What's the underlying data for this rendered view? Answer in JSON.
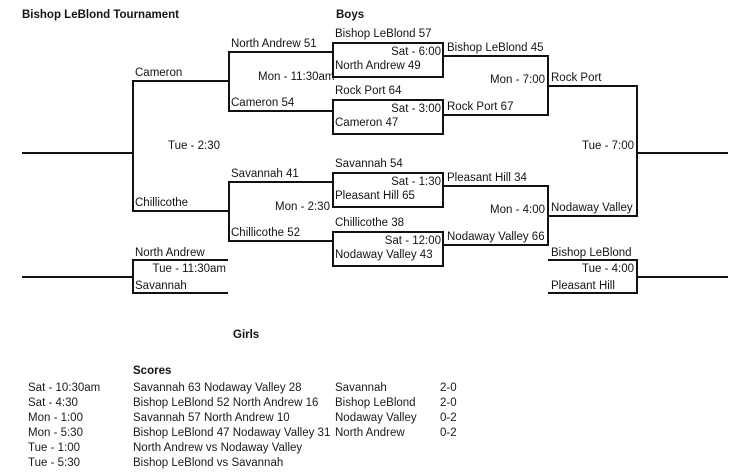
{
  "page": {
    "title": "Bishop LeBlond Tournament",
    "boys_label": "Boys",
    "girls_label": "Girls",
    "scores_label": "Scores"
  },
  "boys_bracket": {
    "round1": [
      {
        "team": "Cameron",
        "name": "cameron-seed"
      },
      {
        "team": "Chillicothe",
        "name": "chillicothe-seed"
      }
    ],
    "round1_time": "Tue - 2:30",
    "quarterfinals": [
      {
        "top": "North Andrew 51",
        "time": "Mon - 11:30am",
        "bottom": "Cameron 54"
      },
      {
        "top": "Savannah 41",
        "time": "Mon - 2:30",
        "bottom": "Chillicothe 52"
      }
    ],
    "semifinals": [
      {
        "top": "Bishop LeBlond 57",
        "time": "Sat - 6:00",
        "bottom": "North Andrew 49",
        "winner": "Bishop LeBlond 45"
      },
      {
        "top": "Rock Port 64",
        "time": "Sat - 3:00",
        "bottom": "Cameron 47",
        "winner": "Rock Port 67"
      },
      {
        "top": "Savannah 54",
        "time": "Sat - 1:30",
        "bottom": "Pleasant Hill 65",
        "winner": "Pleasant Hill 34"
      },
      {
        "top": "Chillicothe 38",
        "time": "Sat - 12:00",
        "bottom": "Nodaway Valley 43",
        "winner": "Nodaway Valley 66"
      }
    ],
    "upper_final": {
      "time": "Mon - 7:00",
      "winner": "Rock Port"
    },
    "lower_final": {
      "time": "Mon - 4:00",
      "winner": "Nodaway Valley"
    },
    "championship": {
      "time": "Tue - 7:00"
    },
    "consolation_top": {
      "top": "North Andrew",
      "time": "Tue - 11:30am",
      "bottom": "Savannah"
    },
    "consolation_bottom": {
      "top": "Bishop LeBlond",
      "time": "Tue - 4:00",
      "bottom": "Pleasant Hill"
    }
  },
  "girls": {
    "scores": [
      {
        "time": "Sat - 10:30am",
        "game": "Savannah 63 Nodaway Valley 28"
      },
      {
        "time": "Sat - 4:30",
        "game": "Bishop LeBlond 52 North Andrew 16"
      },
      {
        "time": "Mon - 1:00",
        "game": "Savannah 57 North Andrew 10"
      },
      {
        "time": "Mon - 5:30",
        "game": "Bishop LeBlond 47 Nodaway Valley 31"
      },
      {
        "time": "Tue - 1:00",
        "game": "North Andrew vs Nodaway Valley"
      },
      {
        "time": "Tue - 5:30",
        "game": "Bishop LeBlond vs Savannah"
      }
    ],
    "standings": [
      {
        "team": "Savannah",
        "record": "2-0"
      },
      {
        "team": "Bishop LeBlond",
        "record": "2-0"
      },
      {
        "team": "Nodaway Valley",
        "record": "0-2"
      },
      {
        "team": "North Andrew",
        "record": "0-2"
      }
    ]
  }
}
